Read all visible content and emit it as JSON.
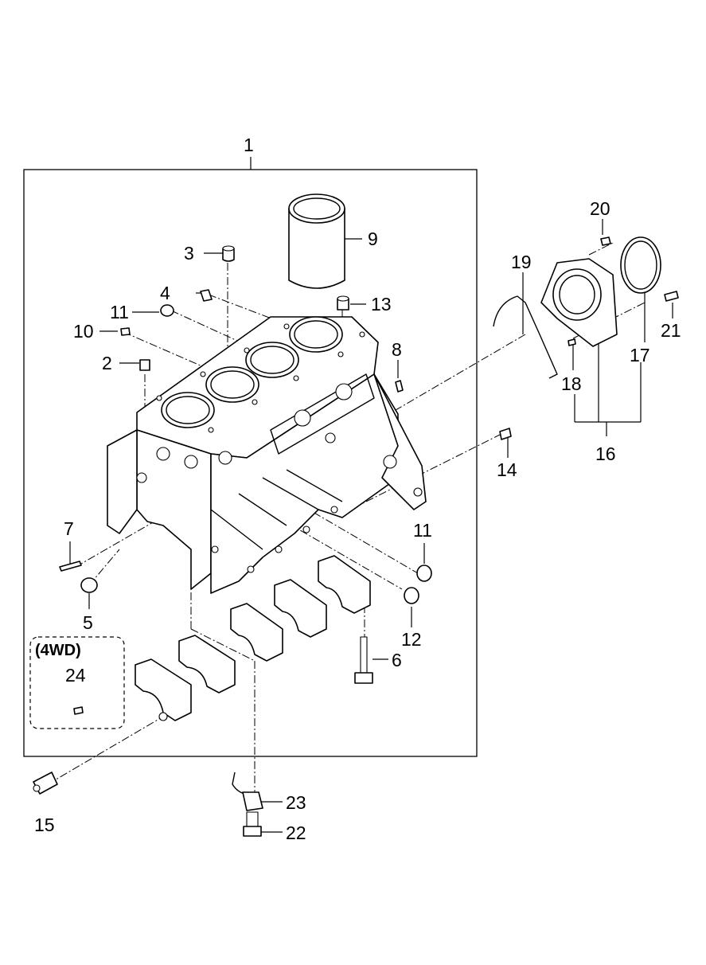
{
  "callouts": {
    "c1": "1",
    "c2": "2",
    "c3": "3",
    "c4": "4",
    "c5": "5",
    "c6": "6",
    "c7": "7",
    "c8": "8",
    "c9": "9",
    "c10": "10",
    "c11a": "11",
    "c11b": "11",
    "c12": "12",
    "c13": "13",
    "c14": "14",
    "c15": "15",
    "c16": "16",
    "c17": "17",
    "c18": "18",
    "c19": "19",
    "c20": "20",
    "c21": "21",
    "c22": "22",
    "c23": "23",
    "c24": "24"
  },
  "variant_box": {
    "label": "(4WD)"
  }
}
